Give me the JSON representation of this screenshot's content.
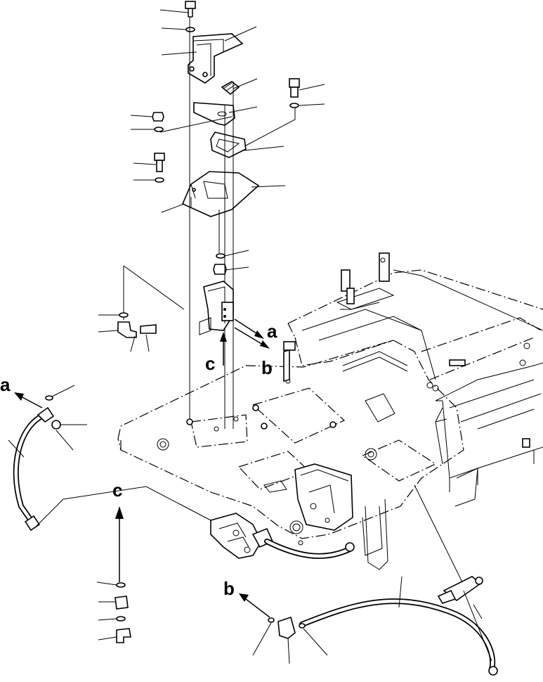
{
  "labels": {
    "a_top": "a",
    "b_top": "b",
    "c_top": "c",
    "a_left": "a",
    "c_bottom": "c",
    "b_bottom": "b"
  }
}
